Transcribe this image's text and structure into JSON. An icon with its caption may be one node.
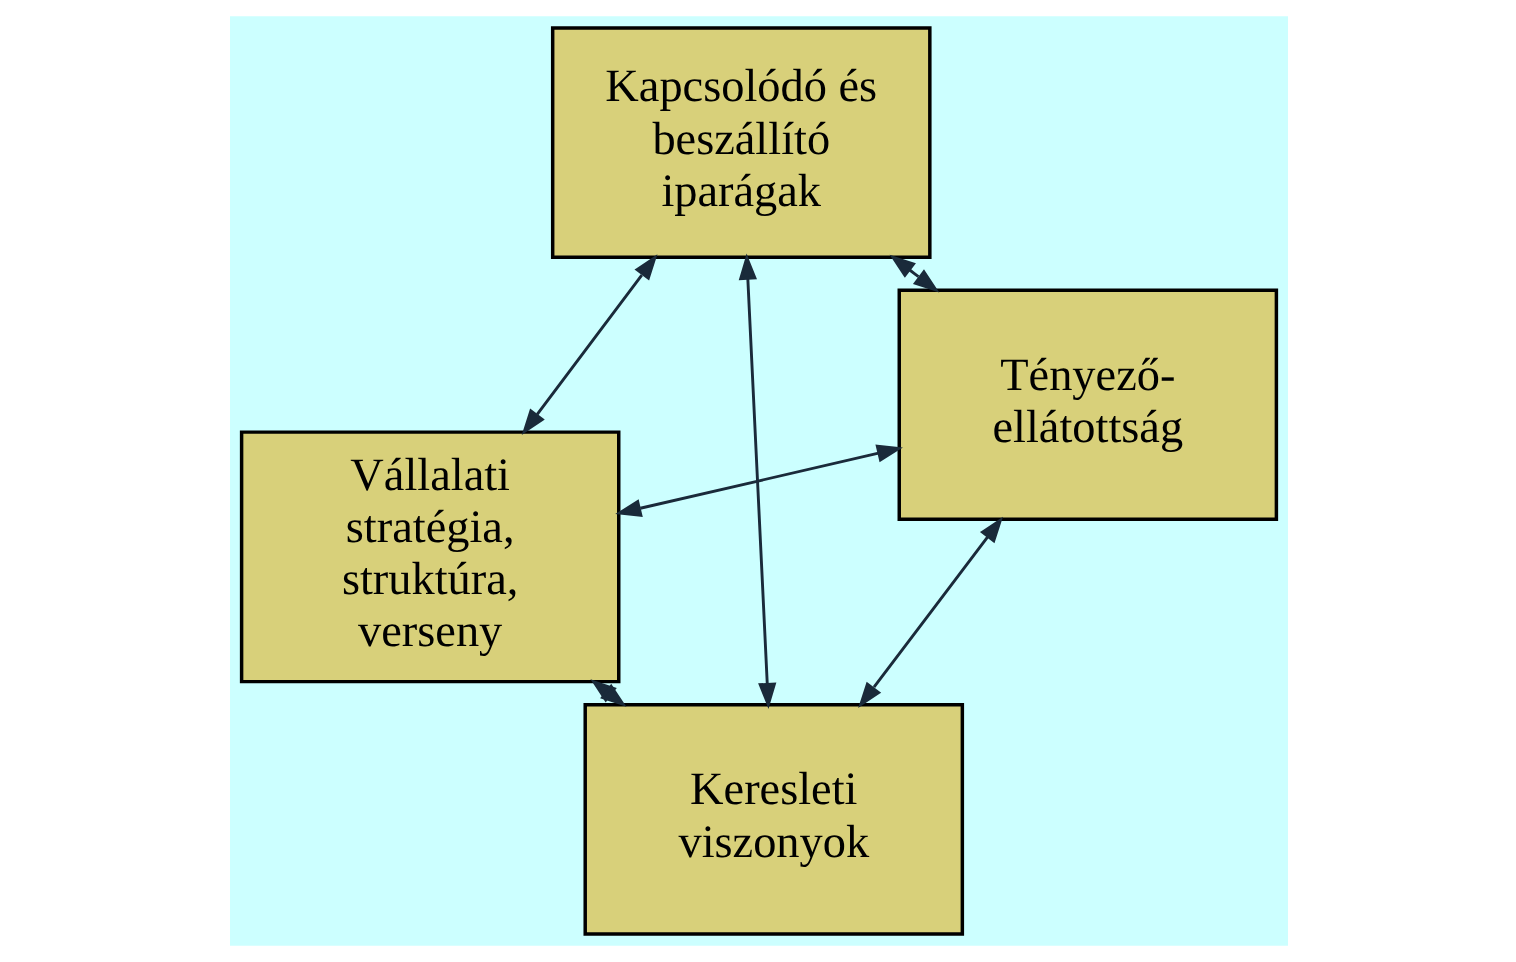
{
  "diagram": {
    "nodes": [
      {
        "text": [
          "Vállalati stratégia, struktúra, verseny"
        ]
      },
      {
        "text": [
          "Tényező-ellátottság"
        ]
      },
      {
        "text": [
          "Keresleti viszonyok"
        ]
      },
      {
        "text": [
          "Kapcsolódó és beszállító iparágak"
        ]
      }
    ],
    "edges": [
      {
        "from": 0,
        "to": 1,
        "arrow": "both"
      },
      {
        "from": 0,
        "to": 2,
        "arrow": "both"
      },
      {
        "from": 0,
        "to": 3,
        "arrow": "both"
      },
      {
        "from": 1,
        "to": 2,
        "arrow": "both"
      },
      {
        "from": 1,
        "to": 3,
        "arrow": "both"
      },
      {
        "from": 2,
        "to": 3,
        "arrow": "both"
      }
    ]
  }
}
